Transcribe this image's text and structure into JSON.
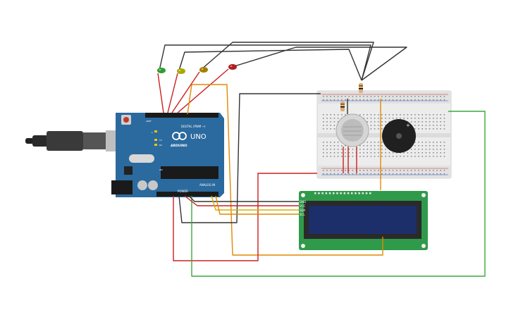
{
  "board": {
    "digital_label": "DIGITAL (PWM ~)",
    "model_label": "UNO",
    "brand_label": "ARDUINO",
    "power_label": "POWER",
    "analog_label": "ANALOG IN",
    "aref_label": "AREF",
    "tx_label": "TX",
    "rx_label": "RX",
    "l_label": "L",
    "on_label": "ON"
  },
  "lcd": {
    "pins": [
      {
        "label": "GND"
      },
      {
        "label": "VCC"
      },
      {
        "label": "SDA"
      },
      {
        "label": "SCL"
      }
    ]
  },
  "buzzer": {
    "plus_label": "+"
  },
  "leds": [
    {
      "color": "#2f9e2f"
    },
    {
      "color": "#a8a800"
    },
    {
      "color": "#a67c00"
    },
    {
      "color": "#b02020"
    }
  ],
  "colors": {
    "board": "#2b6a9e",
    "lcd_pcb": "#2f9a4a",
    "lcd_screen": "#1c2f6b",
    "breadboard": "#ececec",
    "wire_black": "#333333",
    "wire_red": "#cc2020",
    "wire_orange": "#e08a00",
    "wire_yellow": "#d4b000",
    "wire_green": "#3aa83a"
  }
}
